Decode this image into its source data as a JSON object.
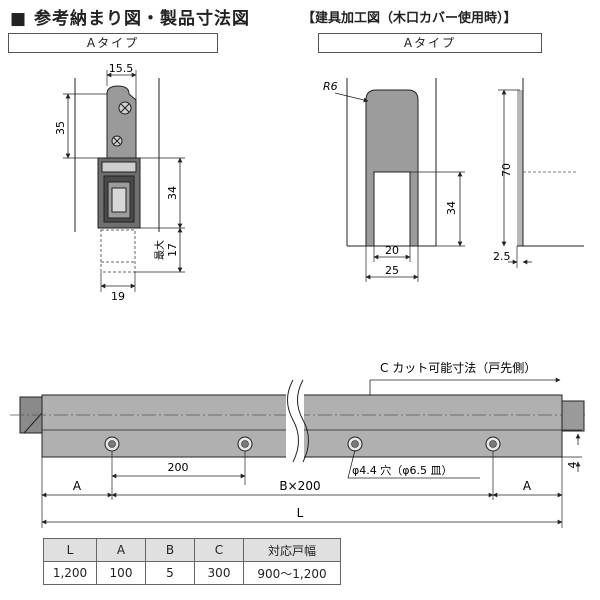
{
  "titles": {
    "main": "■ 参考納まり図・製品寸法図",
    "sub": "【建具加工図（木口カバー使用時）】"
  },
  "type_labels": {
    "left": "Aタイプ",
    "right": "Aタイプ"
  },
  "detail_a": {
    "dims": {
      "top_width": "15.5",
      "upper_height": "35",
      "body_height": "34",
      "max_ext": "17",
      "max_label": "最大",
      "bottom_width": "19"
    }
  },
  "detail_b": {
    "dims": {
      "radius": "R6",
      "groove_depth": "34",
      "groove_width": "20",
      "outer_width": "25"
    }
  },
  "detail_c": {
    "dims": {
      "height": "70",
      "offset": "2.5"
    }
  },
  "long_view": {
    "cut_label": "C カット可能寸法（戸先側）",
    "pitch": "200",
    "hole_label": "φ4.4 穴（φ6.5 皿）",
    "edge_a_left": "A",
    "edge_a_right": "A",
    "middle": "B×200",
    "total": "L",
    "side_offset": "4"
  },
  "spec_table": {
    "headers": [
      "L",
      "A",
      "B",
      "C",
      "対応戸幅"
    ],
    "rows": [
      [
        "1,200",
        "100",
        "5",
        "300",
        "900〜1,200"
      ]
    ]
  },
  "colors": {
    "metal_light": "#b4b4b4",
    "metal_dark": "#7a7a7a",
    "line": "#222222"
  }
}
